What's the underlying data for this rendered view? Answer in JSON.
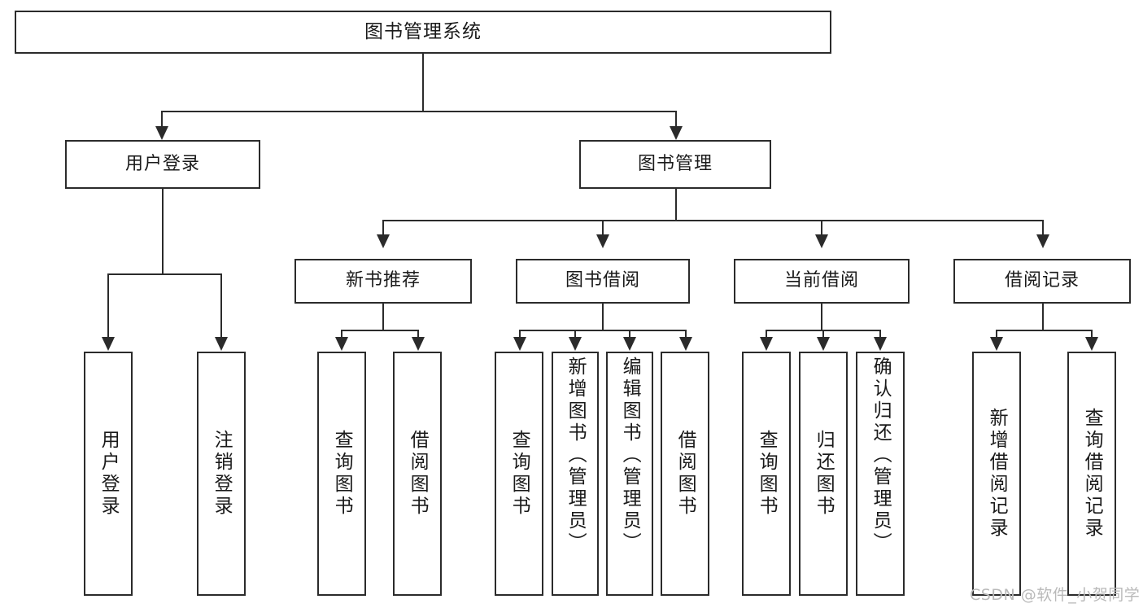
{
  "diagram": {
    "type": "tree-hierarchy-chart",
    "title": "图书管理系统",
    "background_color": "#ffffff",
    "line_color": "#2b2b2b",
    "levels": {
      "level1": {
        "root": {
          "label": "图书管理系统"
        }
      },
      "level2": [
        {
          "label": "用户登录"
        },
        {
          "label": "图书管理"
        }
      ],
      "level3": [
        {
          "label": "新书推荐"
        },
        {
          "label": "图书借阅"
        },
        {
          "label": "当前借阅"
        },
        {
          "label": "借阅记录"
        }
      ],
      "level4": {
        "user_login_children": [
          {
            "label": "用户登录"
          },
          {
            "label": "注销登录"
          }
        ],
        "new_book_children": [
          {
            "label": "查询图书"
          },
          {
            "label": "借阅图书"
          }
        ],
        "book_borrow_children": [
          {
            "label": "查询图书"
          },
          {
            "label": "新增图书（管理员）"
          },
          {
            "label": "编辑图书（管理员）"
          },
          {
            "label": "借阅图书"
          }
        ],
        "current_borrow_children": [
          {
            "label": "查询图书"
          },
          {
            "label": "归还图书"
          },
          {
            "label": "确认归还（管理员）"
          }
        ],
        "borrow_record_children": [
          {
            "label": "新增借阅记录"
          },
          {
            "label": "查询借阅记录"
          }
        ]
      }
    }
  },
  "watermark": {
    "text": "CSDN @软件_小贺同学"
  }
}
